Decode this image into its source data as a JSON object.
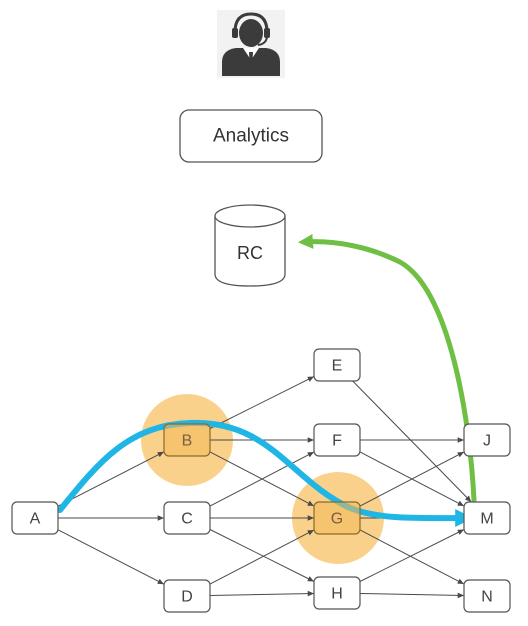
{
  "analyst": {
    "icon": "customer-support-agent-icon"
  },
  "analytics": {
    "label": "Analytics"
  },
  "database": {
    "label": "RC",
    "icon": "database-cylinder-icon"
  },
  "colors": {
    "highlight": "#f7b94d",
    "blue_path": "#1fb6e6",
    "green_path": "#6fbf44",
    "edge": "#4a4a4a"
  },
  "graph": {
    "nodes": [
      {
        "id": "A",
        "label": "A"
      },
      {
        "id": "B",
        "label": "B",
        "highlighted": true
      },
      {
        "id": "C",
        "label": "C"
      },
      {
        "id": "D",
        "label": "D"
      },
      {
        "id": "E",
        "label": "E"
      },
      {
        "id": "F",
        "label": "F"
      },
      {
        "id": "G",
        "label": "G",
        "highlighted": true
      },
      {
        "id": "H",
        "label": "H"
      },
      {
        "id": "J",
        "label": "J"
      },
      {
        "id": "M",
        "label": "M"
      },
      {
        "id": "N",
        "label": "N"
      }
    ],
    "edges": [
      [
        "A",
        "B"
      ],
      [
        "A",
        "C"
      ],
      [
        "A",
        "D"
      ],
      [
        "B",
        "E"
      ],
      [
        "B",
        "F"
      ],
      [
        "B",
        "G"
      ],
      [
        "C",
        "F"
      ],
      [
        "C",
        "G"
      ],
      [
        "C",
        "H"
      ],
      [
        "D",
        "G"
      ],
      [
        "D",
        "H"
      ],
      [
        "E",
        "M"
      ],
      [
        "F",
        "J"
      ],
      [
        "F",
        "M"
      ],
      [
        "G",
        "J"
      ],
      [
        "G",
        "M"
      ],
      [
        "G",
        "N"
      ],
      [
        "H",
        "M"
      ],
      [
        "H",
        "N"
      ]
    ],
    "paths": [
      {
        "name": "blue",
        "route": [
          "A",
          "B",
          "G",
          "M"
        ]
      },
      {
        "name": "green",
        "route": [
          "M",
          "RC"
        ]
      }
    ]
  }
}
